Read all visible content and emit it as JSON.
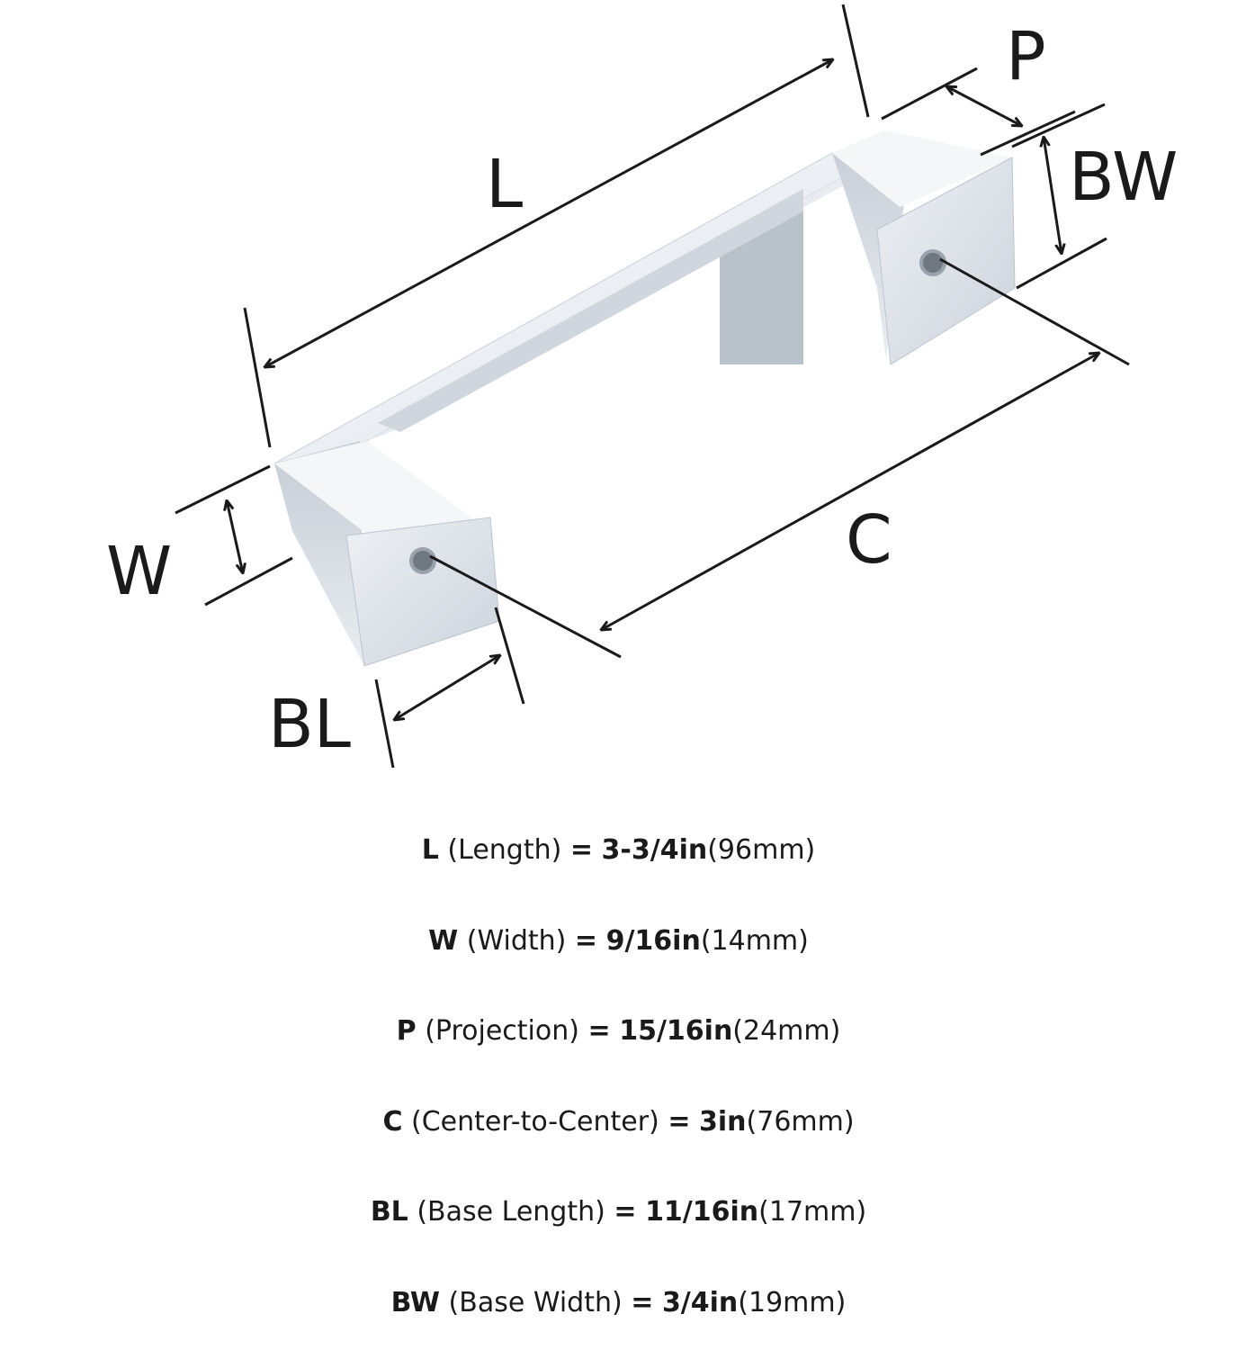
{
  "colors": {
    "ink": "#1a1a1a",
    "chrome_light": "#f3f5f8",
    "chrome_mid": "#d4d9e0",
    "chrome_dark": "#a9b1bc",
    "background": "#ffffff"
  },
  "diagram": {
    "labels": {
      "L": "L",
      "P": "P",
      "BW": "BW",
      "W": "W",
      "C": "C",
      "BL": "BL"
    }
  },
  "specs": [
    {
      "code": "L",
      "name": "(Length)",
      "eq": "=",
      "imperial": "3-3/4in",
      "metric": "(96mm)"
    },
    {
      "code": "W",
      "name": "(Width)",
      "eq": "=",
      "imperial": "9/16in",
      "metric": "(14mm)"
    },
    {
      "code": "P",
      "name": "(Projection)",
      "eq": "=",
      "imperial": "15/16in",
      "metric": "(24mm)"
    },
    {
      "code": "C",
      "name": "(Center-to-Center)",
      "eq": "=",
      "imperial": "3in",
      "metric": "(76mm)"
    },
    {
      "code": "BL",
      "name": "(Base Length)",
      "eq": "=",
      "imperial": "11/16in",
      "metric": "(17mm)"
    },
    {
      "code": "BW",
      "name": "(Base Width)",
      "eq": "=",
      "imperial": "3/4in",
      "metric": "(19mm)"
    }
  ]
}
